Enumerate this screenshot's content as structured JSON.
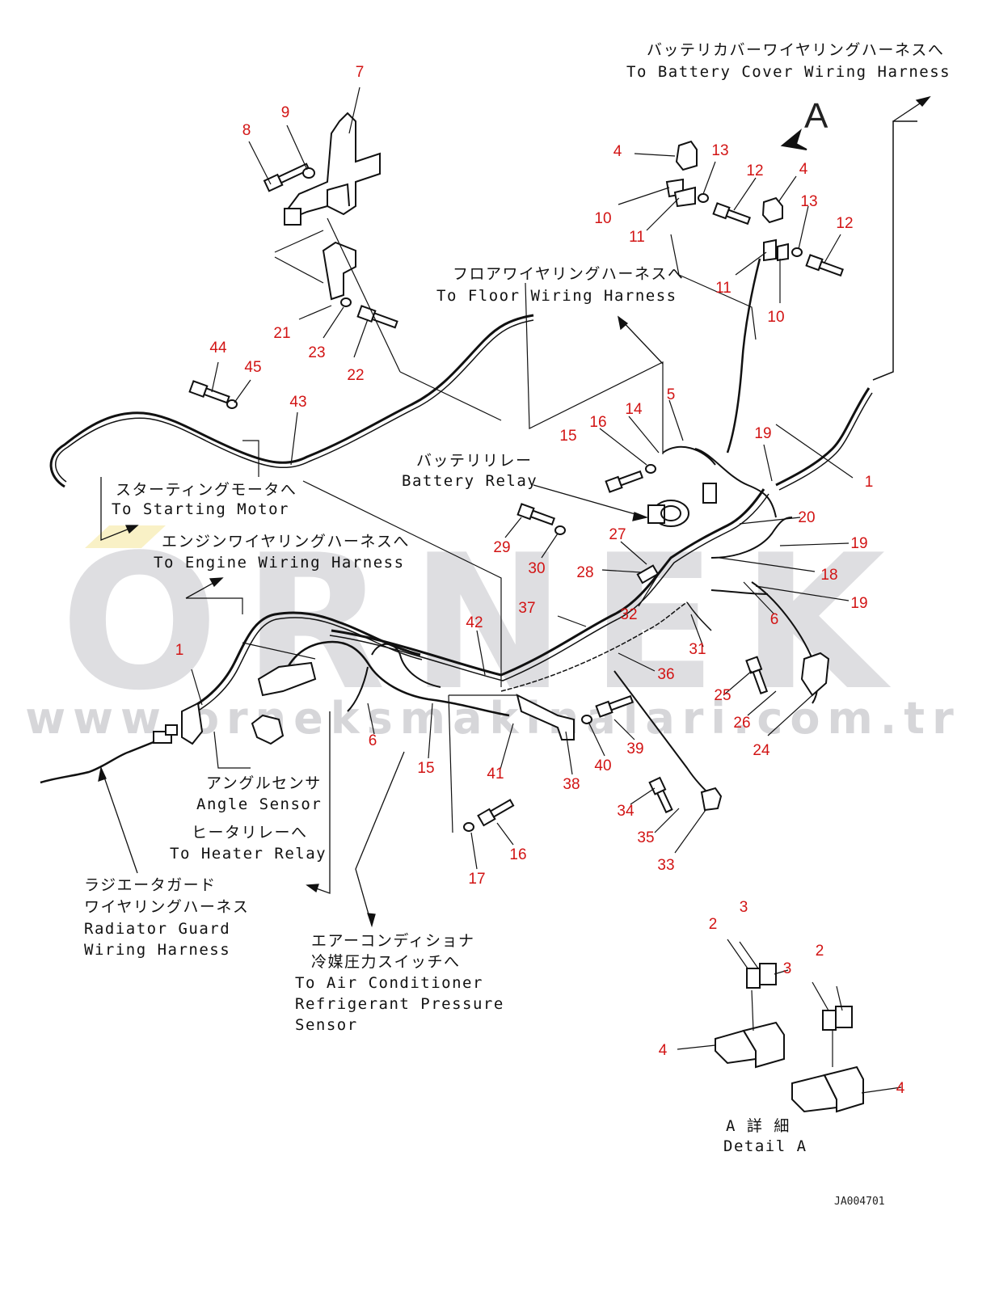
{
  "watermark": {
    "brand": "ORNEK",
    "url": "www.orneksmakinalari.com.tr"
  },
  "figure_code": "JA004701",
  "view_marker": "A",
  "labels": [
    {
      "id": "battery-cover-harness",
      "lines": [
        "バッテリカバーワイヤリングハーネスへ",
        "To Battery Cover Wiring Harness"
      ]
    },
    {
      "id": "floor-harness",
      "lines": [
        "フロアワイヤリングハーネスへ",
        "To Floor Wiring Harness"
      ]
    },
    {
      "id": "battery-relay",
      "lines": [
        "バッテリリレー",
        "Battery Relay"
      ]
    },
    {
      "id": "starting-motor",
      "lines": [
        "スターティングモータへ",
        "To Starting Motor"
      ]
    },
    {
      "id": "engine-harness",
      "lines": [
        "エンジンワイヤリングハーネスへ",
        "To Engine Wiring Harness"
      ]
    },
    {
      "id": "angle-sensor",
      "lines": [
        "アングルセンサ",
        "Angle Sensor"
      ]
    },
    {
      "id": "heater-relay",
      "lines": [
        "ヒータリレーへ",
        "To Heater Relay"
      ]
    },
    {
      "id": "radiator-guard-harness",
      "lines": [
        "ラジエータガード",
        "ワイヤリングハーネス",
        "Radiator Guard",
        "Wiring Harness"
      ]
    },
    {
      "id": "ac-sensor",
      "lines": [
        "エアーコンディショナ",
        "冷媒圧力スイッチへ",
        "To Air Conditioner",
        "Refrigerant Pressure",
        "Sensor"
      ]
    },
    {
      "id": "detail-a",
      "lines": [
        "A 詳 細",
        "Detail A"
      ]
    }
  ],
  "part_numbers": [
    "7",
    "9",
    "8",
    "21",
    "23",
    "22",
    "44",
    "45",
    "43",
    "4",
    "13",
    "12",
    "10",
    "11",
    "4",
    "13",
    "12",
    "11",
    "10",
    "5",
    "14",
    "16",
    "15",
    "19",
    "1",
    "20",
    "19",
    "18",
    "19",
    "27",
    "28",
    "29",
    "30",
    "32",
    "6",
    "31",
    "36",
    "37",
    "42",
    "1",
    "6",
    "15",
    "41",
    "38",
    "40",
    "39",
    "25",
    "26",
    "24",
    "17",
    "16",
    "34",
    "35",
    "33",
    "3",
    "2",
    "3",
    "2",
    "4",
    "4"
  ]
}
